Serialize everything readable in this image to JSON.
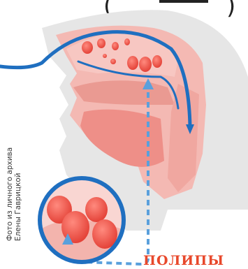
{
  "photo_credit": {
    "line1": "Фото из личного архива",
    "line2": "Елены Гаврицкой"
  },
  "label": {
    "text": "ПОЛИПЫ",
    "color": "#e8482b"
  },
  "header_partial": {
    "text": "(",
    "note": "fragment of heading cut off at top edge"
  },
  "colors": {
    "head_outer": "#e9e9e9",
    "tissue_pink": "#f4b9b3",
    "tissue_dark": "#ea9a92",
    "airway": "#1f6fc0",
    "polyp_red": "#ef5a4e",
    "dashed_path": "#5aa0dc"
  },
  "icons": [
    "air-flow-arrow",
    "magnifier-circle",
    "dashed-pointer-arrow"
  ]
}
